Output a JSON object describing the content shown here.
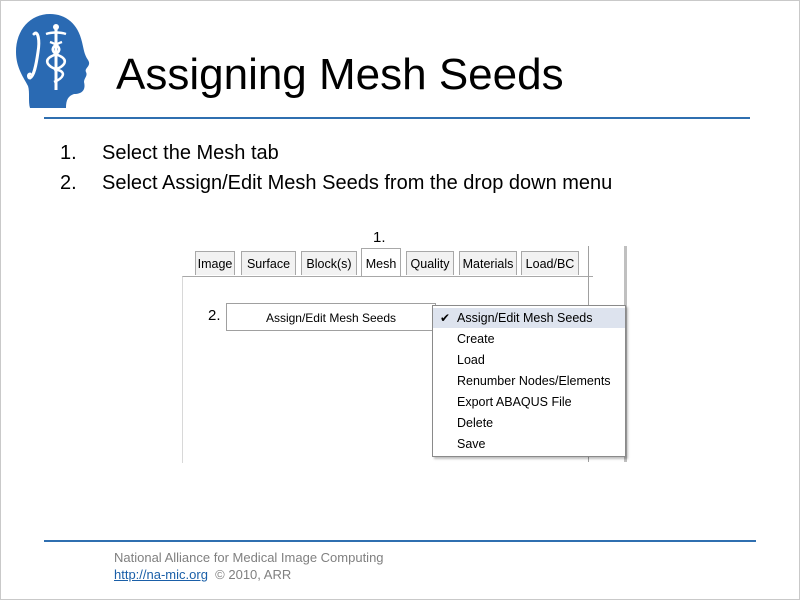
{
  "slide": {
    "title": "Assigning Mesh Seeds",
    "steps": [
      {
        "number": "1.",
        "text": "Select the Mesh tab"
      },
      {
        "number": "2.",
        "text": "Select Assign/Edit Mesh Seeds from the drop down menu"
      }
    ]
  },
  "screenshot": {
    "callout_1": "1.",
    "callout_2": "2.",
    "tabs": [
      "Image",
      "Surface",
      "Block(s)",
      "Mesh",
      "Quality",
      "Materials",
      "Load/BC"
    ],
    "active_tab": "Mesh",
    "combo_value": "Assign/Edit Mesh Seeds",
    "menu": {
      "items": [
        "Assign/Edit Mesh Seeds",
        "Create",
        "Load",
        "Renumber Nodes/Elements",
        "Export ABAQUS File",
        "Delete",
        "Save"
      ],
      "selected": "Assign/Edit Mesh Seeds",
      "check_icon": "checkmark-icon"
    }
  },
  "footer": {
    "org": "National Alliance for Medical Image Computing",
    "link": "http://na-mic.org",
    "copyright": "© 2010, ARR"
  },
  "colors": {
    "accent_rule": "#2f6fb0",
    "logo_blue": "#2a6ab3",
    "footer_text": "#808080"
  }
}
